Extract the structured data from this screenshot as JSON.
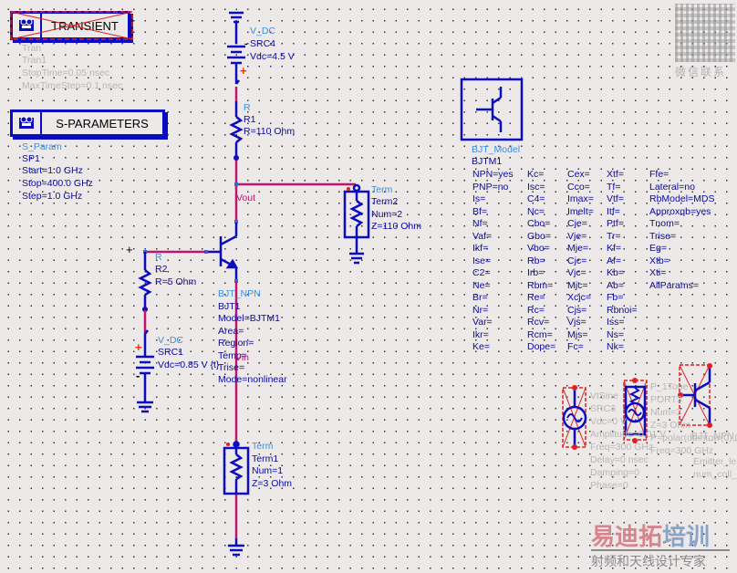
{
  "canvas": {
    "background": "#ece9e8",
    "wire_color": "#0b0bbf",
    "net_color": "#c0146e",
    "param_color": "#0a0a9a",
    "type_color": "#3c8fe0"
  },
  "transient": {
    "title": "TRANSIENT",
    "lines": [
      "Tran",
      "Tran1",
      "StopTime=0.05 nsec",
      "MaxTimeStep=0.1 nsec"
    ]
  },
  "sparams": {
    "title": "S-PARAMETERS",
    "type": "S_Param",
    "lines": [
      "SP1",
      "Start=1.0 GHz",
      "Stop=400.0 GHz",
      "Step=1.0 GHz"
    ]
  },
  "src4": {
    "type": "V_DC",
    "lines": [
      "SRC4",
      "Vdc=4.5 V"
    ],
    "plus": "+",
    "minus": "-"
  },
  "r1": {
    "type": "R",
    "lines": [
      "R1",
      "R=110 Ohm"
    ]
  },
  "vout_label": "Vout",
  "vin_label": "Vin",
  "term2": {
    "type": "Term",
    "lines": [
      "Term2",
      "Num=2",
      "Z=110 Ohm"
    ]
  },
  "r2": {
    "type": "R",
    "lines": [
      "R2",
      "R=5 Ohm"
    ],
    "plus": "+"
  },
  "src1": {
    "type": "V_DC",
    "lines": [
      "SRC1",
      "Vdc=0.85 V {t}"
    ],
    "plus": "+",
    "minus": "-"
  },
  "bjt": {
    "type": "BJT_NPN",
    "lines": [
      "BJT1",
      "Model=BJTM1",
      "Area=",
      "Region=",
      "Temp=",
      "Trise=",
      "Mode=nonlinear"
    ]
  },
  "term1": {
    "type": "Term",
    "lines": [
      "Term1",
      "Num=1",
      "Z=3 Ohm"
    ]
  },
  "bjt_model": {
    "type": "BJT_Model",
    "name": "BJTM1",
    "columns": [
      [
        "NPN=yes",
        "PNP=no",
        "Is=",
        "Bf=",
        "Nf=",
        "Vaf=",
        "Ikf=",
        "Ise=",
        "C2=",
        "Ne=",
        "Br=",
        "Nr=",
        "Var=",
        "Ikr=",
        "Ke="
      ],
      [
        "Kc=",
        "Isc=",
        "C4=",
        "Nc=",
        "Cbo=",
        "Gbo=",
        "Vbo=",
        "Rb=",
        "Irb=",
        "Rbm=",
        "Re=",
        "Rc=",
        "Rcv=",
        "Rcm=",
        "Dope="
      ],
      [
        "Cex=",
        "Cco=",
        "Imax=",
        "Imelt=",
        "Cje=",
        "Vje=",
        "Mje=",
        "Cjc=",
        "Vjc=",
        "Mjc=",
        "Xcjc=",
        "Cjs=",
        "Vjs=",
        "Mjs=",
        "Fc="
      ],
      [
        "Xtf=",
        "Tf=",
        "Vtf=",
        "Itf=",
        "Ptf=",
        "Tr=",
        "Kf=",
        "Af=",
        "Kb=",
        "Ab=",
        "Fb=",
        "Rbnoi=",
        "Iss=",
        "Ns=",
        "Nk="
      ],
      [
        "Ffe=",
        "Lateral=no",
        "RbModel=MDS",
        "Approxqb=yes",
        "Tnom=",
        "Trise=",
        "Eg=",
        "Xtb=",
        "Xti=",
        "AllParams="
      ]
    ]
  },
  "vtsine": {
    "type": "VtSine",
    "lines": [
      "SRC3",
      "Vdc=0 V",
      "Amplitude=0.01 V",
      "Freq=300 GHz",
      "Delay=0 nsec",
      "Damping=0",
      "Phase=0"
    ]
  },
  "p1tone": {
    "type": "P_1Tone",
    "lines": [
      "PORT3",
      "Num=3",
      "Z=3 Ohm",
      "P=polar(dbmtow(0),0)",
      "Freq=300 GHz"
    ]
  },
  "deactivated_bjt": {
    "lines": [
      "BJT_NPN_2",
      "Emitter_le",
      "num_coll_"
    ]
  },
  "watermark": {
    "qr_label": "微信联系",
    "brand_red": "易迪拓",
    "brand_blue": "培训",
    "tagline": "射频和天线设计专家"
  }
}
